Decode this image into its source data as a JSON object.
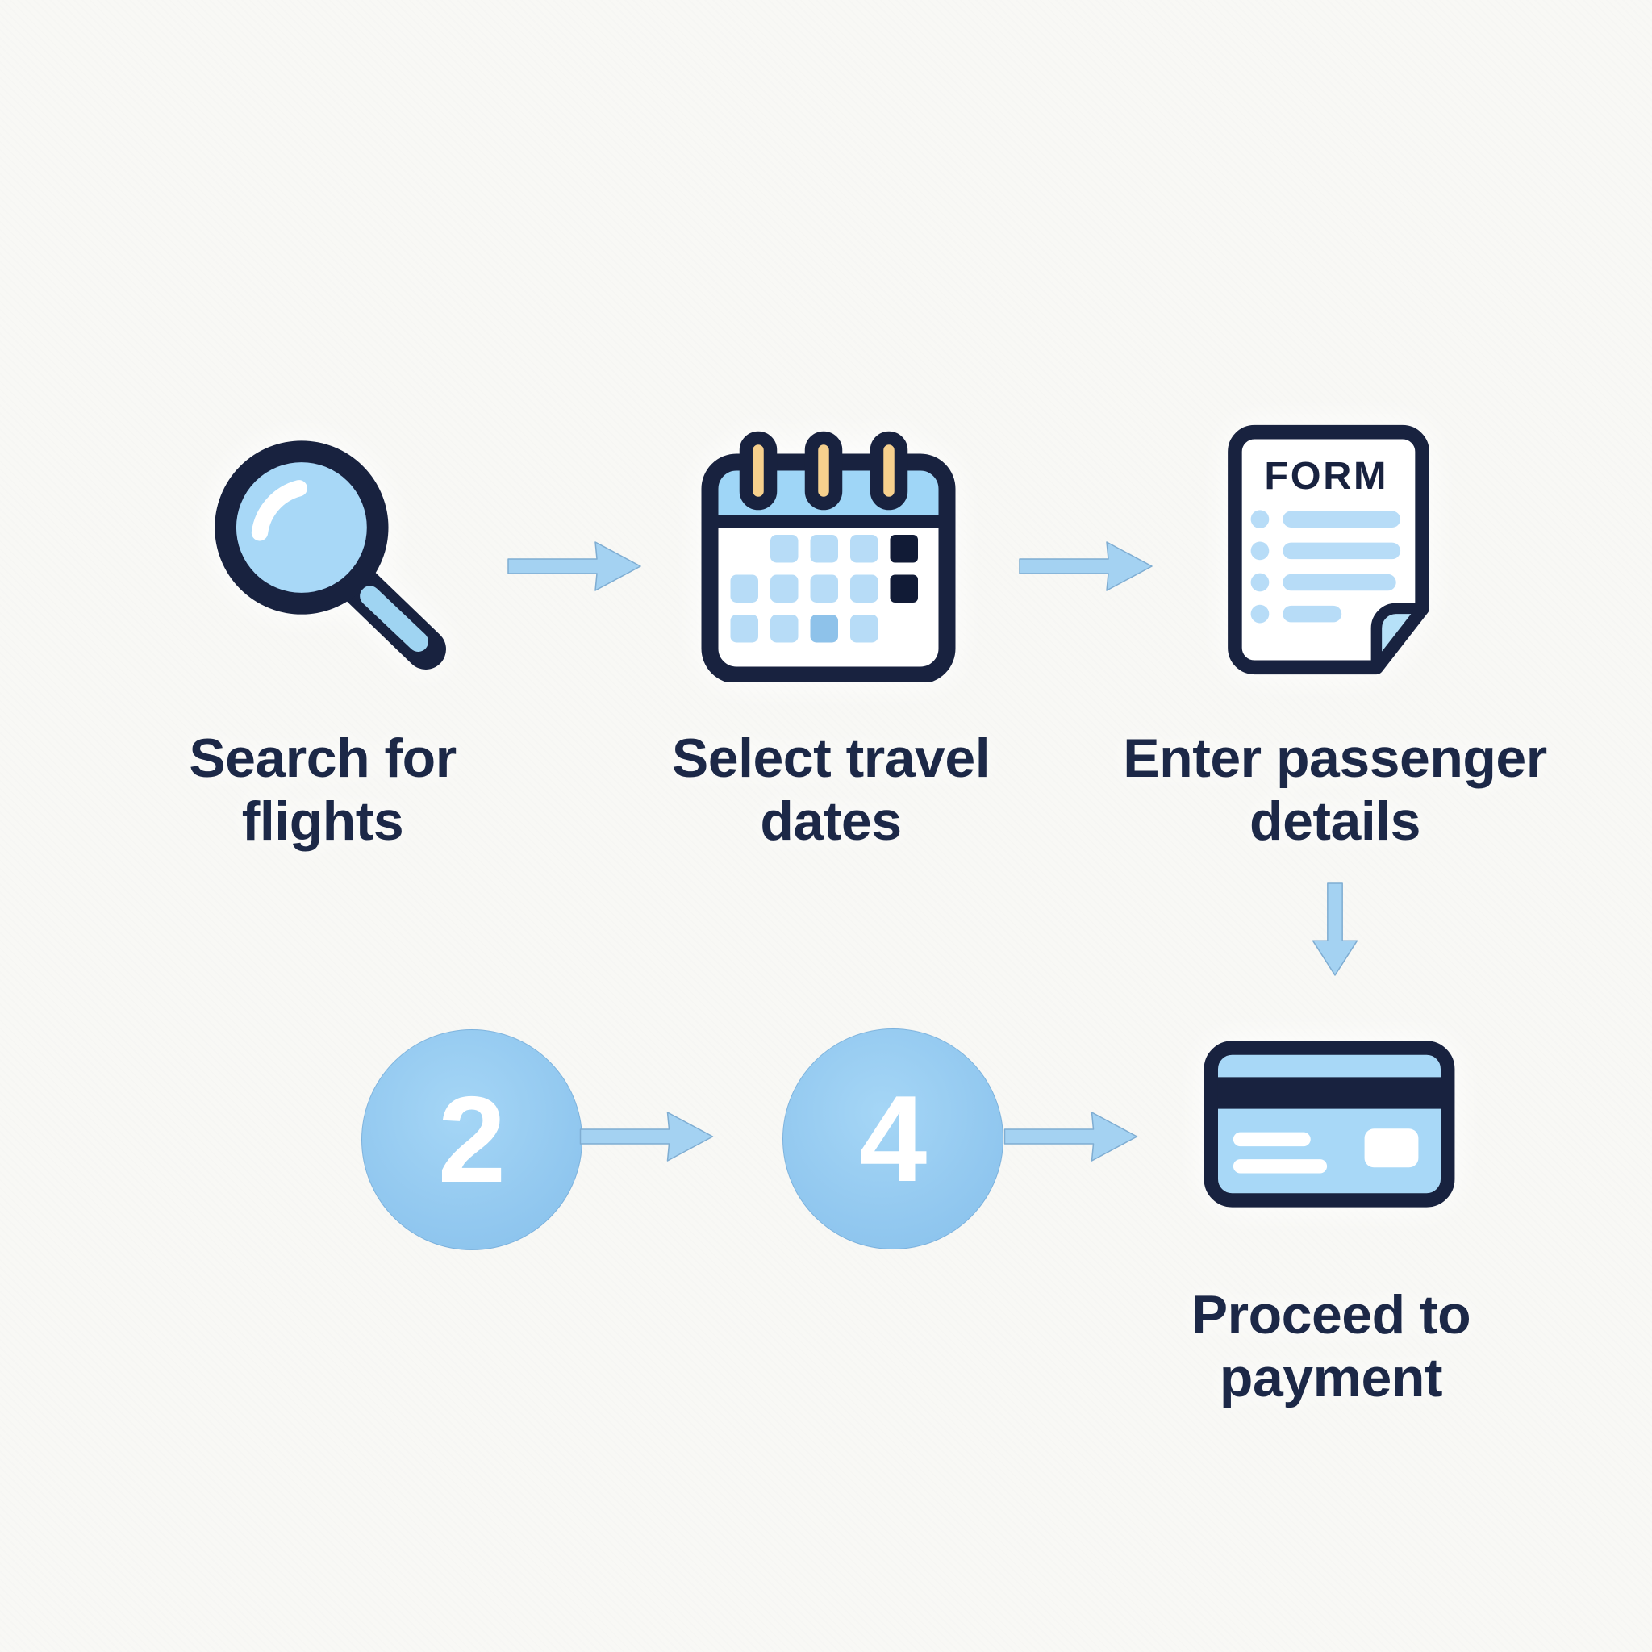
{
  "diagram_type": "flowchart",
  "topic": "flight-booking-process",
  "flow": {
    "steps": [
      {
        "id": "search-flights",
        "icon": "magnifier-icon",
        "lines": [
          "Search for",
          "flights"
        ]
      },
      {
        "id": "select-dates",
        "icon": "calendar-icon",
        "lines": [
          "Select travel",
          "dates"
        ]
      },
      {
        "id": "passenger-details",
        "icon": "form-icon",
        "lines": [
          "Enter passenger",
          "details"
        ]
      },
      {
        "id": "payment",
        "icon": "credit-card-icon",
        "lines": [
          "Proceed to",
          "payment"
        ]
      }
    ],
    "badges": [
      "2",
      "4"
    ],
    "form_title": "FORM",
    "connectors": [
      "arrow-right",
      "arrow-right",
      "arrow-down",
      "arrow-right",
      "arrow-right"
    ]
  },
  "colors": {
    "background": "#f8f8f5",
    "navy": "#18223f",
    "text": "#1c2847",
    "icon_blue": "#a8d8f7",
    "fold_blue": "#b6e1f8",
    "arrow_fill": "#a4d2f2",
    "arrow_edge": "#7fadd2",
    "circle_fill": "#8ec5ee",
    "peg_gold": "#f6d08d",
    "cell_blue": "#b7dcf7",
    "cell_blue_selected": "#8ec2ea",
    "cell_navy": "#111b36"
  }
}
